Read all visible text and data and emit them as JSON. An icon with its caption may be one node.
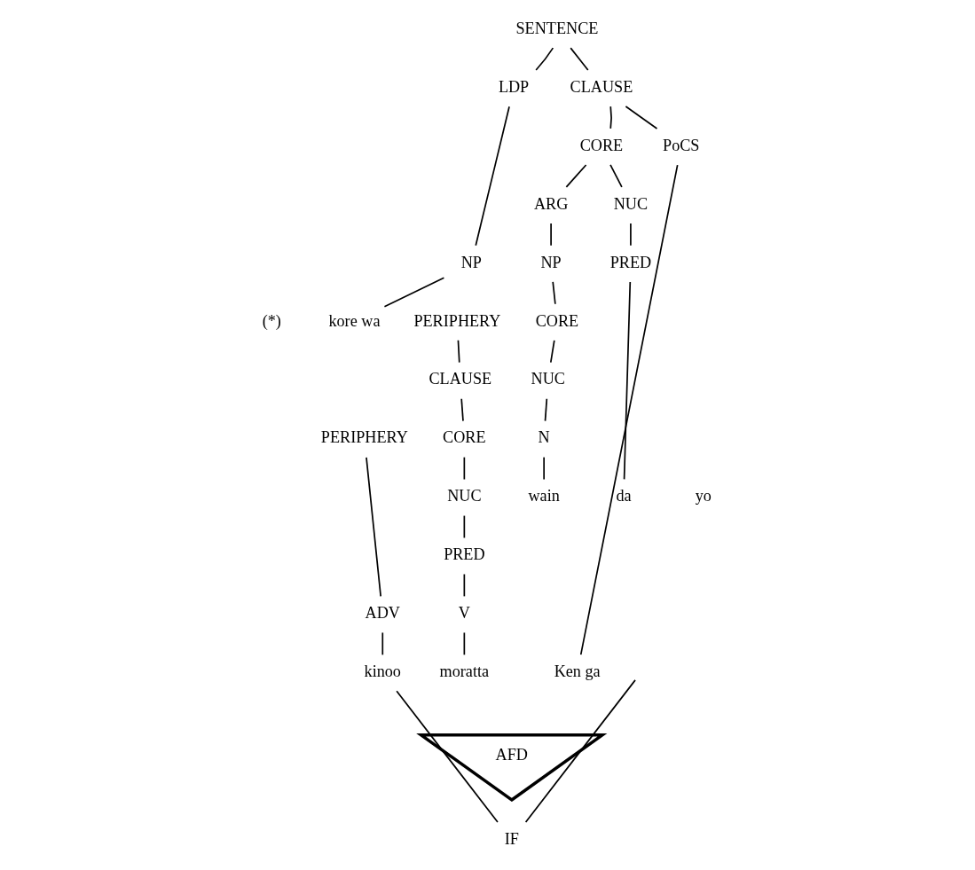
{
  "diagram": {
    "nodes": [
      {
        "text": [
          "SENTENCE"
        ]
      },
      {
        "text": [
          "LDP"
        ]
      },
      {
        "text": [
          "CLAUSE"
        ]
      },
      {
        "text": [
          "CORE"
        ]
      },
      {
        "text": [
          "PoCS"
        ]
      },
      {
        "text": [
          "ARG"
        ]
      },
      {
        "text": [
          "NUC"
        ]
      },
      {
        "text": [
          "NP"
        ]
      },
      {
        "text": [
          "NP"
        ]
      },
      {
        "text": [
          "PRED"
        ]
      },
      {
        "text": [
          "kore wa"
        ]
      },
      {
        "text": [
          "PERIPHERY"
        ]
      },
      {
        "text": [
          "CORE"
        ]
      },
      {
        "text": [
          "CLAUSE"
        ]
      },
      {
        "text": [
          "NUC"
        ]
      },
      {
        "text": [
          "PERIPHERY"
        ]
      },
      {
        "text": [
          "CORE"
        ]
      },
      {
        "text": [
          "N"
        ]
      },
      {
        "text": [
          "NUC"
        ]
      },
      {
        "text": [
          "wain"
        ]
      },
      {
        "text": [
          "da"
        ]
      },
      {
        "text": [
          "yo"
        ]
      },
      {
        "text": [
          "PRED"
        ]
      },
      {
        "text": [
          "ADV"
        ]
      },
      {
        "text": [
          "V"
        ]
      },
      {
        "text": [
          "kinoo"
        ]
      },
      {
        "text": [
          "moratta"
        ]
      },
      {
        "text": [
          "Ken ga"
        ]
      },
      {
        "text": [
          "AFD"
        ]
      },
      {
        "text": [
          "IF"
        ]
      }
    ],
    "edges": [
      {
        "from": 0,
        "to": 1,
        "arrow": "none"
      },
      {
        "from": 0,
        "to": 2,
        "arrow": "none"
      },
      {
        "from": 2,
        "to": 3,
        "arrow": "none"
      },
      {
        "from": 2,
        "to": 4,
        "arrow": "none"
      },
      {
        "from": 3,
        "to": 5,
        "arrow": "none"
      },
      {
        "from": 3,
        "to": 6,
        "arrow": "none"
      },
      {
        "from": 1,
        "to": 7,
        "arrow": "none"
      },
      {
        "from": 5,
        "to": 8,
        "arrow": "none"
      },
      {
        "from": 6,
        "to": 9,
        "arrow": "none"
      },
      {
        "from": 7,
        "to": 10,
        "arrow": "none"
      },
      {
        "from": 8,
        "to": 12,
        "arrow": "none"
      },
      {
        "from": 9,
        "to": 20,
        "arrow": "none"
      },
      {
        "from": 11,
        "to": 13,
        "arrow": "none"
      },
      {
        "from": 12,
        "to": 14,
        "arrow": "none"
      },
      {
        "from": 13,
        "to": 16,
        "arrow": "none"
      },
      {
        "from": 14,
        "to": 17,
        "arrow": "none"
      },
      {
        "from": 16,
        "to": 18,
        "arrow": "none"
      },
      {
        "from": 17,
        "to": 19,
        "arrow": "none"
      },
      {
        "from": 15,
        "to": 23,
        "arrow": "none"
      },
      {
        "from": 18,
        "to": 22,
        "arrow": "none"
      },
      {
        "from": 22,
        "to": 24,
        "arrow": "none"
      },
      {
        "from": 23,
        "to": 25,
        "arrow": "none"
      },
      {
        "from": 24,
        "to": 26,
        "arrow": "none"
      },
      {
        "from": 4,
        "to": 27,
        "arrow": "none"
      },
      {
        "from": 25,
        "to": 29,
        "arrow": "none"
      },
      {
        "from": null,
        "to": 29,
        "arrow": "none"
      }
    ],
    "labels": [
      "(*)"
    ]
  }
}
